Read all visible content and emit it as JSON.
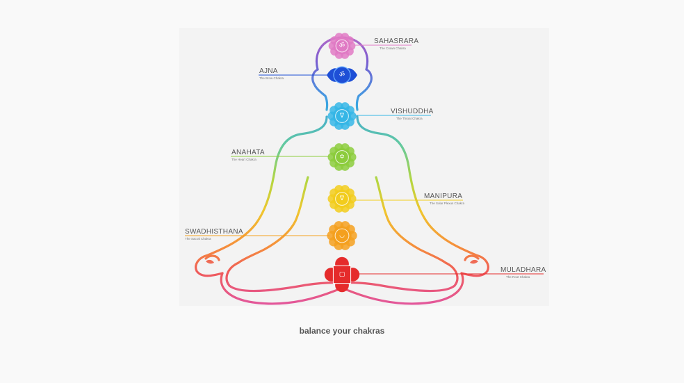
{
  "caption": "balance your chakras",
  "chakras": [
    {
      "name": "SAHASRARA",
      "subtitle": "The Crown Chakra",
      "color": "#e07ac4",
      "icon": "crown-lotus-icon"
    },
    {
      "name": "AJNA",
      "subtitle": "The Brow Chakra",
      "color": "#1e4fd6",
      "icon": "brow-eye-icon"
    },
    {
      "name": "VISHUDDHA",
      "subtitle": "The Throat Chakra",
      "color": "#35b6e6",
      "icon": "throat-triangle-icon"
    },
    {
      "name": "ANAHATA",
      "subtitle": "The Heart Chakra",
      "color": "#8ccc3c",
      "icon": "heart-star-icon"
    },
    {
      "name": "MANIPURA",
      "subtitle": "The Solar Plexus Chakra",
      "color": "#f2cc1c",
      "icon": "solar-triangle-icon"
    },
    {
      "name": "SWADHISTHANA",
      "subtitle": "The Sacral Chakra",
      "color": "#f4a01e",
      "icon": "sacral-moon-icon"
    },
    {
      "name": "MULADHARA",
      "subtitle": "The Root Chakra",
      "color": "#e52b2b",
      "icon": "root-square-icon"
    }
  ]
}
